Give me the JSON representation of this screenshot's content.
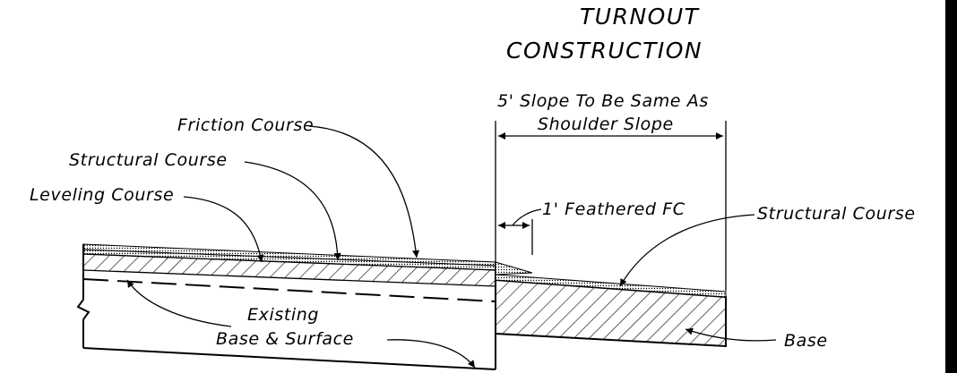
{
  "title": {
    "line1": "TURNOUT",
    "line2": "CONSTRUCTION"
  },
  "dimension": {
    "line1": "5' Slope To Be Same As",
    "line2": "Shoulder Slope"
  },
  "labels": {
    "friction_course": "Friction Course",
    "structural_course_left": "Structural Course",
    "leveling_course": "Leveling Course",
    "feathered_fc": "1' Feathered FC",
    "structural_course_right": "Structural Course",
    "existing_line1": "Existing",
    "existing_line2": "Base & Surface",
    "base": "Base"
  }
}
